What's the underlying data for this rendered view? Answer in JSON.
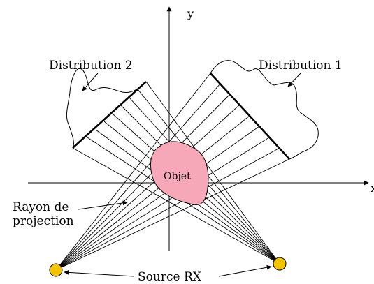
{
  "labels": {
    "x_axis": "x",
    "y_axis": "y",
    "distribution_1": "Distribution 1",
    "distribution_2": "Distribution 2",
    "object": "Objet",
    "ray_line1": "Rayon de",
    "ray_line2": "projection",
    "source": "Source RX"
  },
  "colors": {
    "object_fill": "#f7a8b8",
    "source_fill": "#f5c400",
    "line": "#000000"
  }
}
